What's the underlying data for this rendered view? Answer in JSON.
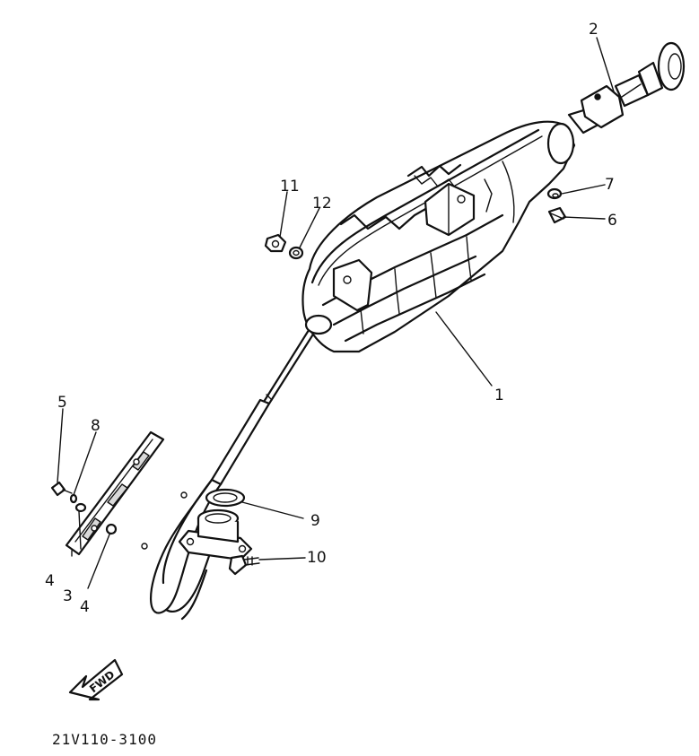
{
  "diagram": {
    "callouts": {
      "c1": "1",
      "c2": "2",
      "c3": "3",
      "c4a": "4",
      "c4b": "4",
      "c5": "5",
      "c6": "6",
      "c7": "7",
      "c8": "8",
      "c9": "9",
      "c10": "10",
      "c11": "11",
      "c12": "12"
    },
    "fwd_label": "FWD",
    "figure_code": "21V110-3100"
  }
}
